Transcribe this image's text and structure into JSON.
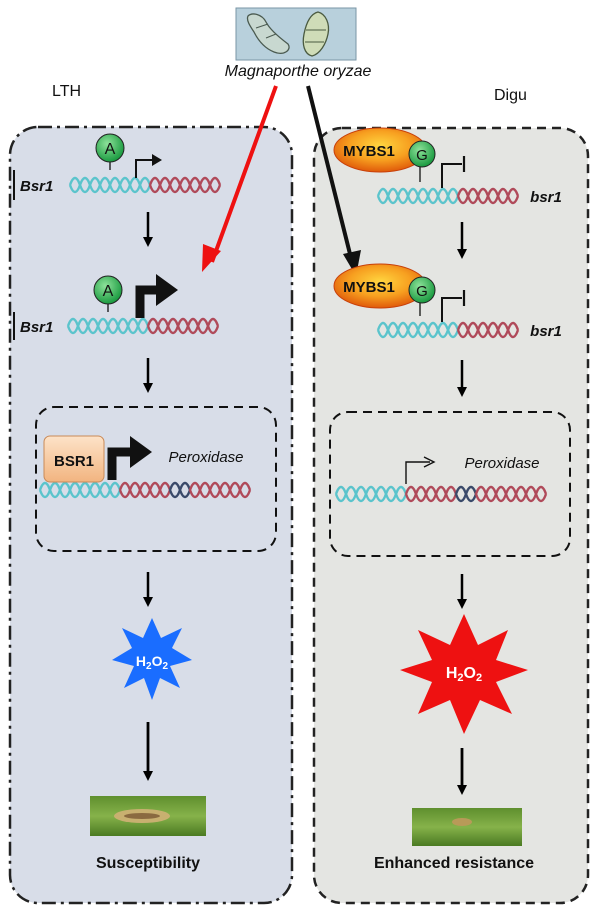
{
  "pathogen": {
    "name": "Magnaporthe oryzae"
  },
  "left_panel": {
    "label": "LTH",
    "gene": "Bsr1",
    "allele": "A",
    "protein": "BSR1",
    "target_gene": "Peroxidase",
    "ros": {
      "main": "H",
      "sub1": "2",
      "mid": "O",
      "sub2": "2"
    },
    "outcome": "Susceptibility",
    "ros_color": "#1a6dff",
    "panel_color": "#d8dde8"
  },
  "right_panel": {
    "label": "Digu",
    "gene": "bsr1",
    "allele": "G",
    "repressor": "MYBS1",
    "target_gene": "Peroxidase",
    "ros": {
      "main": "H",
      "sub1": "2",
      "mid": "O",
      "sub2": "2"
    },
    "outcome": "Enhanced resistance",
    "ros_color": "#ee1111",
    "panel_color": "#e4e5e2"
  },
  "colors": {
    "dna_cyan": "#5bc4cc",
    "dna_red": "#b04a5a",
    "dna_dark": "#3a4a6a",
    "allele_green": "#1fa24a",
    "myb_orange": "#f08a10",
    "bsr1_peach": "#f6c9a0",
    "arrow_red": "#ee1111"
  }
}
